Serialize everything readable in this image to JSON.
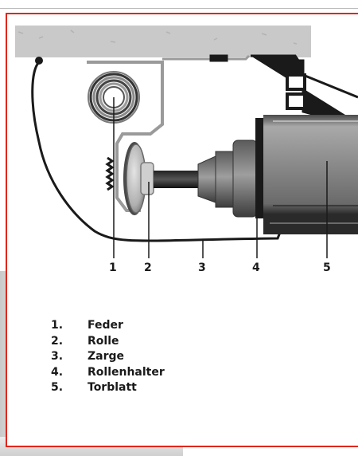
{
  "diagram": {
    "callouts": [
      "1",
      "2",
      "3",
      "4",
      "5"
    ],
    "legend": [
      {
        "number": "1.",
        "label": "Feder"
      },
      {
        "number": "2.",
        "label": "Rolle"
      },
      {
        "number": "3.",
        "label": "Zarge"
      },
      {
        "number": "4.",
        "label": "Rollenhalter"
      },
      {
        "number": "5.",
        "label": "Torblatt"
      }
    ]
  },
  "colors": {
    "frame": "#e1261c",
    "ceiling": "#c8c8c8",
    "outline": "#1a1a1a",
    "bracket": "#9a9a9a",
    "door_leaf": "#7f7f7f"
  },
  "icons": [
    "spring-coil-icon",
    "roller-wheel-icon",
    "roller-holder-icon"
  ]
}
